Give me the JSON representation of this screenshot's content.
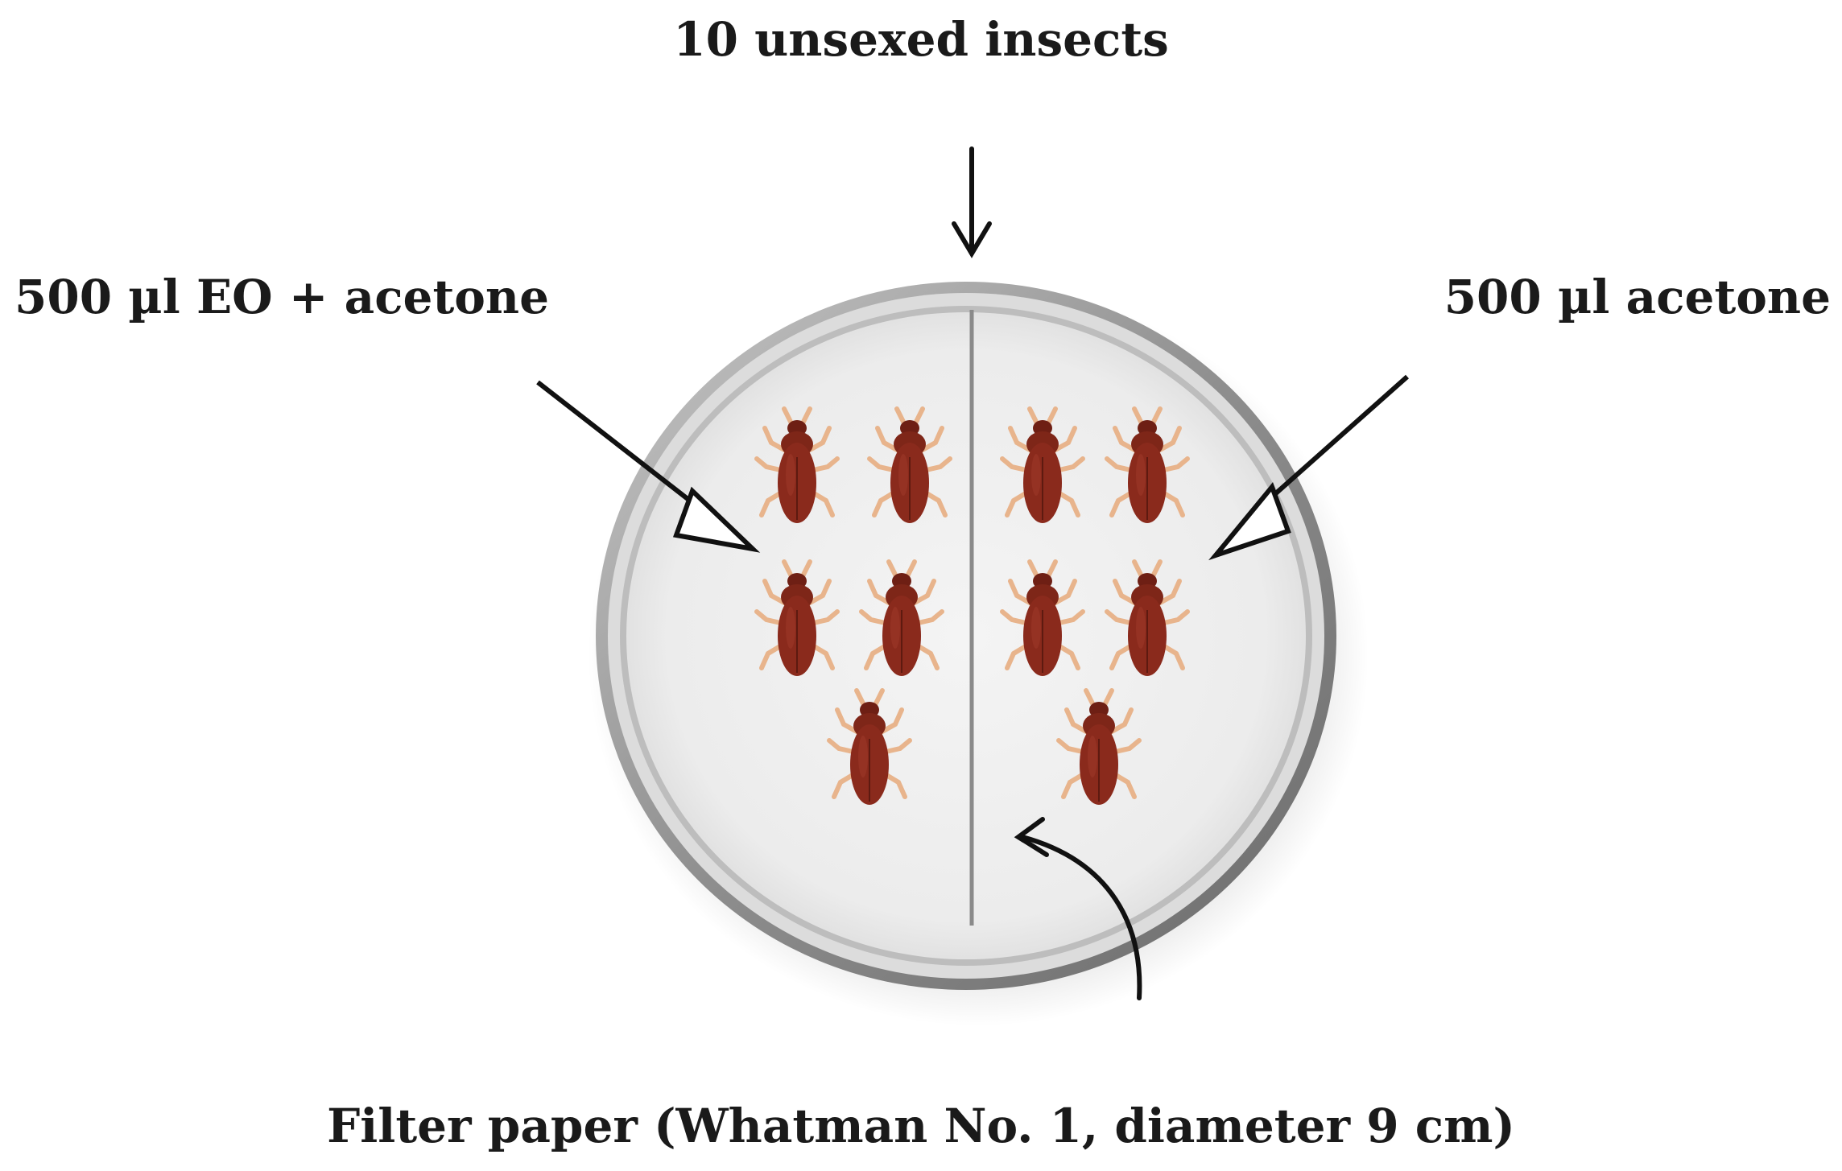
{
  "labels": {
    "top": "10 unsexed insects",
    "left": "500 µl EO + acetone",
    "right": "500 µl acetone",
    "bottom": "Filter paper (Whatman No. 1, diameter 9 cm)"
  },
  "colors": {
    "insect_body": "#8a2a1c",
    "insect_legs": "#e8b48c",
    "dish_rim": "#9a9a9a",
    "paper": "#eeeeee",
    "arrow": "#111111"
  },
  "insect_count": 10
}
